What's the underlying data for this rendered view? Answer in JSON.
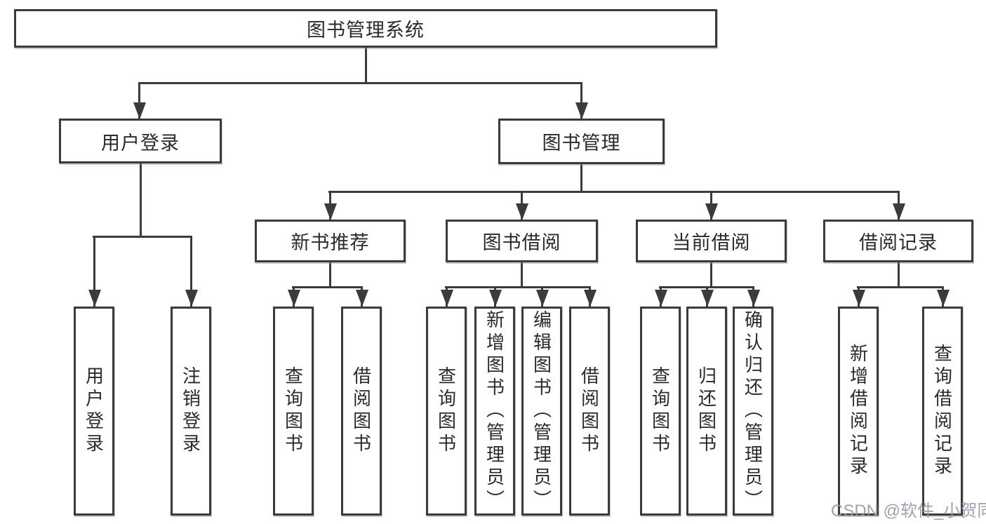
{
  "tree": {
    "root": {
      "label": "图书管理系统",
      "children": [
        {
          "label": "用户登录",
          "children": [
            {
              "label": "用户登录"
            },
            {
              "label": "注销登录"
            }
          ]
        },
        {
          "label": "图书管理",
          "children": [
            {
              "label": "新书推荐",
              "children": [
                {
                  "label": "查询图书"
                },
                {
                  "label": "借阅图书"
                }
              ]
            },
            {
              "label": "图书借阅",
              "children": [
                {
                  "label": "查询图书"
                },
                {
                  "label": "新增图书（管理员）"
                },
                {
                  "label": "编辑图书（管理员）"
                },
                {
                  "label": "借阅图书"
                }
              ]
            },
            {
              "label": "当前借阅",
              "children": [
                {
                  "label": "查询图书"
                },
                {
                  "label": "归还图书"
                },
                {
                  "label": "确认归还（管理员）"
                }
              ]
            },
            {
              "label": "借阅记录",
              "children": [
                {
                  "label": "新增借阅记录"
                },
                {
                  "label": "查询借阅记录"
                }
              ]
            }
          ]
        }
      ]
    }
  },
  "watermark": {
    "text": "CSDN @软件_小贺同学",
    "color": "#949aa8"
  },
  "colors": {
    "line": "#3b3b3b",
    "text": "#2a2a2a",
    "background": "#ffffff"
  }
}
